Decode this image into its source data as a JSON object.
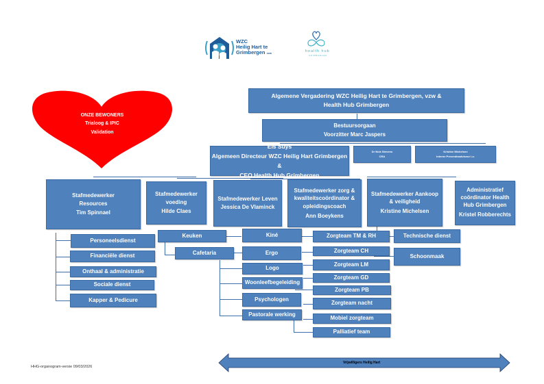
{
  "logos": {
    "wzc": {
      "line1": "WZC",
      "line2": "Heilig Hart te",
      "line3": "Grimbergen",
      "suffix": "vzw"
    },
    "health_hub": {
      "name": "health hub",
      "sub": "GRIMBERGEN"
    }
  },
  "heart": {
    "line1": "ONZE BEWONERS",
    "line2": "Trialoog & IPIC",
    "line3": "Validation",
    "color": "#ff0000"
  },
  "colors": {
    "box": "#4f81bd",
    "line": "#3e6ea9"
  },
  "top": {
    "general_assembly": {
      "line1": "Algemene Vergadering WZC Heilig Hart te Grimbergen, vzw &",
      "line2": "Health Hub Grimbergen"
    },
    "board": {
      "line1": "Bestuursorgaan",
      "line2": "Voorzitter Marc Jaspers"
    },
    "director": {
      "line1": "Els Suys",
      "line2": "Algemeen Directeur WZC Heilig Hart Grimbergen &",
      "line3": "CEO Health Hub Grimbergen"
    },
    "cra": {
      "line1": "Dr Nick Stevens",
      "line2": "CRA"
    },
    "prevention": {
      "line1": "Kristine Michelsen",
      "line2": "Interne Preventieadviseur i.o."
    }
  },
  "staff": [
    {
      "lines": [
        "Stafmedewerker",
        "Resources",
        "Tim Spinnael"
      ]
    },
    {
      "lines": [
        "Stafmedewerker",
        "voeding",
        "Hilde Claes"
      ]
    },
    {
      "lines": [
        "Stafmedewerker Leven",
        "Jessica De Vlaminck"
      ]
    },
    {
      "lines": [
        "Stafmedewerker zorg &",
        "kwaliteitscoördinator &",
        "opleidingscoach",
        "Ann Boeykens"
      ]
    },
    {
      "lines": [
        "Stafmedewerker Aankoop",
        "& veiligheid",
        "Kristine Michelsen"
      ]
    },
    {
      "lines": [
        "Administratief",
        "coördinator Health",
        "Hub Grimbergen",
        "Kristel Robberechts"
      ]
    }
  ],
  "resources_units": [
    "Personeelsdienst",
    "Financiële dienst",
    "Onthaal & administratie",
    "Sociale dienst",
    "Kapper & Pedicure"
  ],
  "voeding_units": [
    "Keuken",
    "Cafetaria"
  ],
  "leven_units": [
    "Kiné",
    "Ergo",
    "Logo",
    "Woonleefbegeleiding",
    "Psychologen",
    "Pastorale werking"
  ],
  "zorg_units": [
    "Zorgteam TM & RH",
    "Zorgteam CH",
    "Zorgteam LM",
    "Zorgteam GD",
    "Zorgteam PB",
    "Zorgteam nacht",
    "Mobiel zorgteam",
    "Palliatief team"
  ],
  "aankoop_units": [
    "Technische dienst",
    "Schoonmaak"
  ],
  "volunteers": "Vrijwilligers Heilig Hart",
  "footer": "HHG-organogram-versie 09/03/2026"
}
